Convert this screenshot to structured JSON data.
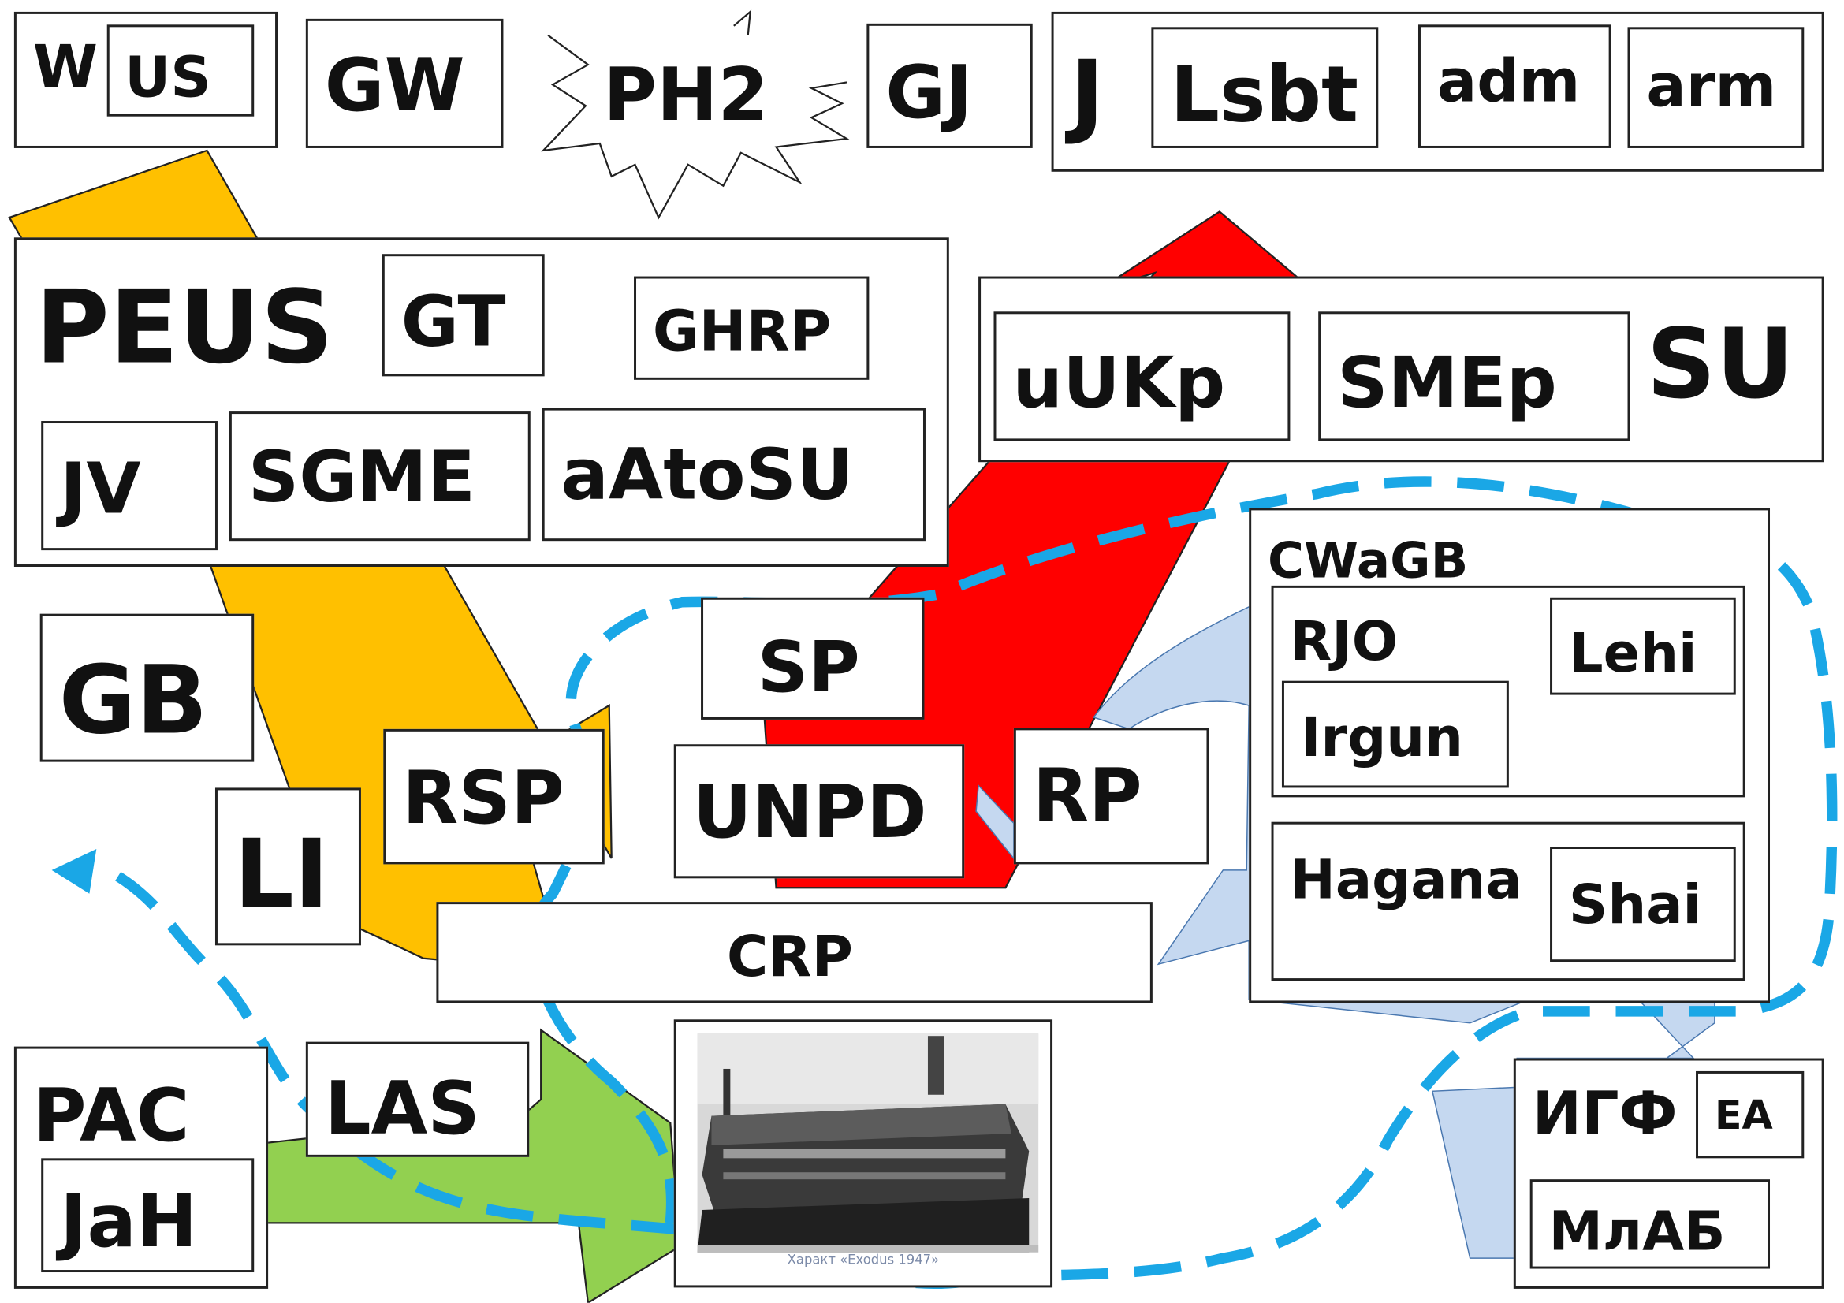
{
  "labels": {
    "w": "W",
    "us": "US",
    "gw": "GW",
    "ph2": "PH2",
    "gj": "GJ",
    "j": "J",
    "lsbt": "Lsbt",
    "adm": "adm",
    "arm": "arm",
    "peus": "PEUS",
    "gt": "GT",
    "ghrp": "GHRP",
    "jv": "JV",
    "sgme": "SGME",
    "aatosu": "aAtoSU",
    "uukp": "uUKp",
    "smep": "SMEp",
    "su": "SU",
    "gb": "GB",
    "sp": "SP",
    "rsp": "RSP",
    "unpd": "UNPD",
    "rp": "RP",
    "li": "LI",
    "crp": "CRP",
    "cwagb": "CWaGB",
    "rjo": "RJO",
    "lehi": "Lehi",
    "irgun": "Irgun",
    "hagana": "Hagana",
    "shai": "Shai",
    "pac": "PAC",
    "jah": "JaH",
    "las": "LAS",
    "igf": "ИГФ",
    "ea": "EA",
    "mlab": "МлАБ"
  },
  "photo": {
    "caption": "Характ «Exodus 1947»"
  },
  "colors": {
    "yellow_arrow": "#FFC000",
    "red_arrow": "#FF0000",
    "green_arrow": "#92D050",
    "blue_arrow": "#C5D8F0",
    "dashed_path": "#1AA7E6"
  }
}
